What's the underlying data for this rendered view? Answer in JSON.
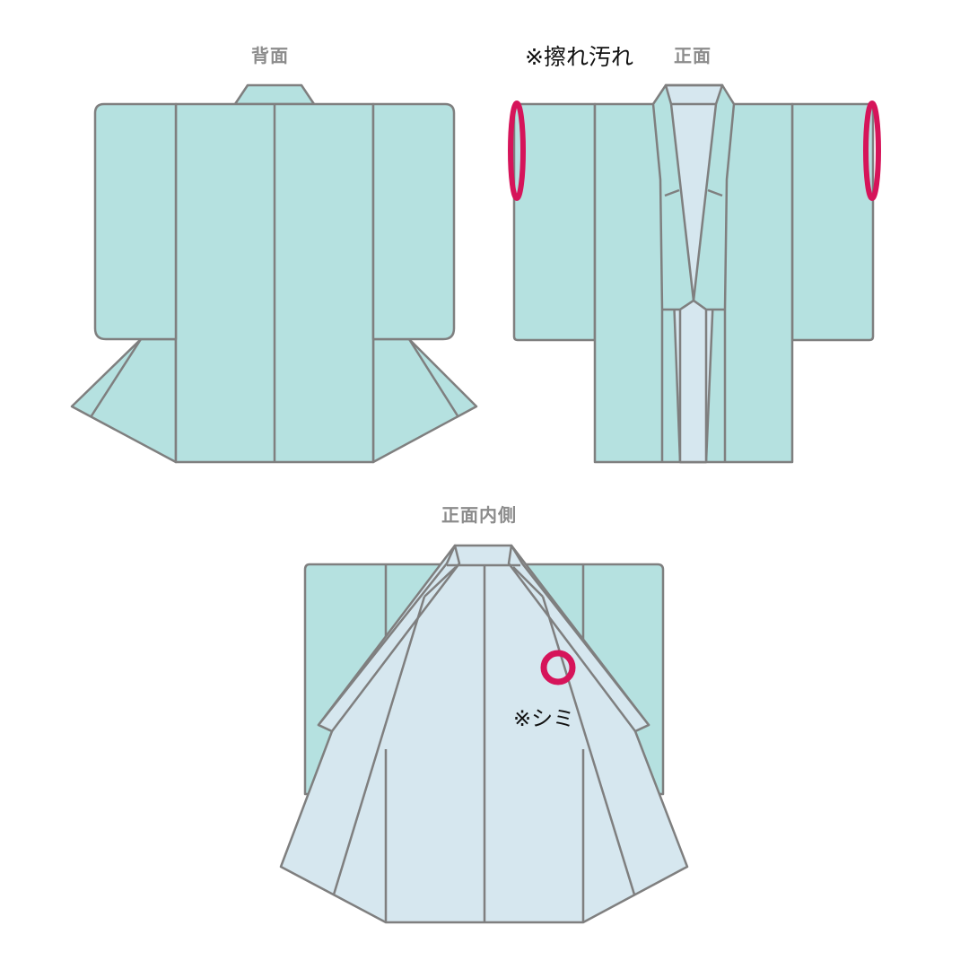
{
  "labels": {
    "back": "背面",
    "front": "正面",
    "front_inside": "正面内側"
  },
  "annotations": {
    "sleeve_wear": "※擦れ汚れ",
    "stain": "※シミ"
  },
  "colors": {
    "outer_fabric": "#b5e1e0",
    "lining_fabric": "#d6e7ef",
    "outline": "#7f7f7f",
    "marker": "#d6145a",
    "label_gray": "#8c8c8c"
  }
}
